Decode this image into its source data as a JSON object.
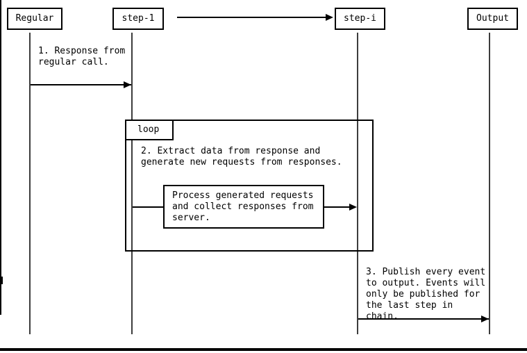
{
  "diagram": {
    "participants": [
      {
        "id": "regular",
        "label": "Regular"
      },
      {
        "id": "step-1",
        "label": "step-1"
      },
      {
        "id": "step-i",
        "label": "step-i"
      },
      {
        "id": "output",
        "label": "Output"
      }
    ],
    "fragment": {
      "label": "loop"
    },
    "messages": {
      "msg1": "1. Response from\nregular call.",
      "msg2": "2. Extract data from response and\ngenerate new requests from responses.",
      "process": "Process generated requests\nand collect responses from\nserver.",
      "msg3": "3. Publish every event\nto output. Events will\nonly be published for\nthe last step in chain."
    },
    "colors": {
      "line": "#000000",
      "background": "#ffffff"
    }
  }
}
